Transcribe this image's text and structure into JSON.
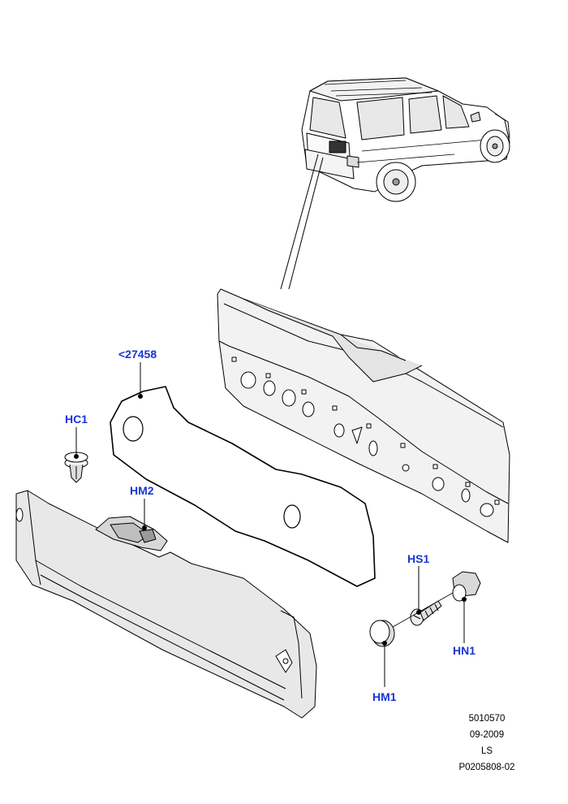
{
  "callouts": {
    "gasket": "<27458",
    "hc1": "HC1",
    "hm2": "HM2",
    "hs1": "HS1",
    "hn1": "HN1",
    "hm1": "HM1"
  },
  "footer": {
    "illustration_id": "5010570",
    "date": "09-2009",
    "model": "LS",
    "part_ref": "P0205808-02"
  },
  "colors": {
    "callout_text": "#1a35d6",
    "line": "#000000",
    "part_fill": "#e6e6e6"
  }
}
